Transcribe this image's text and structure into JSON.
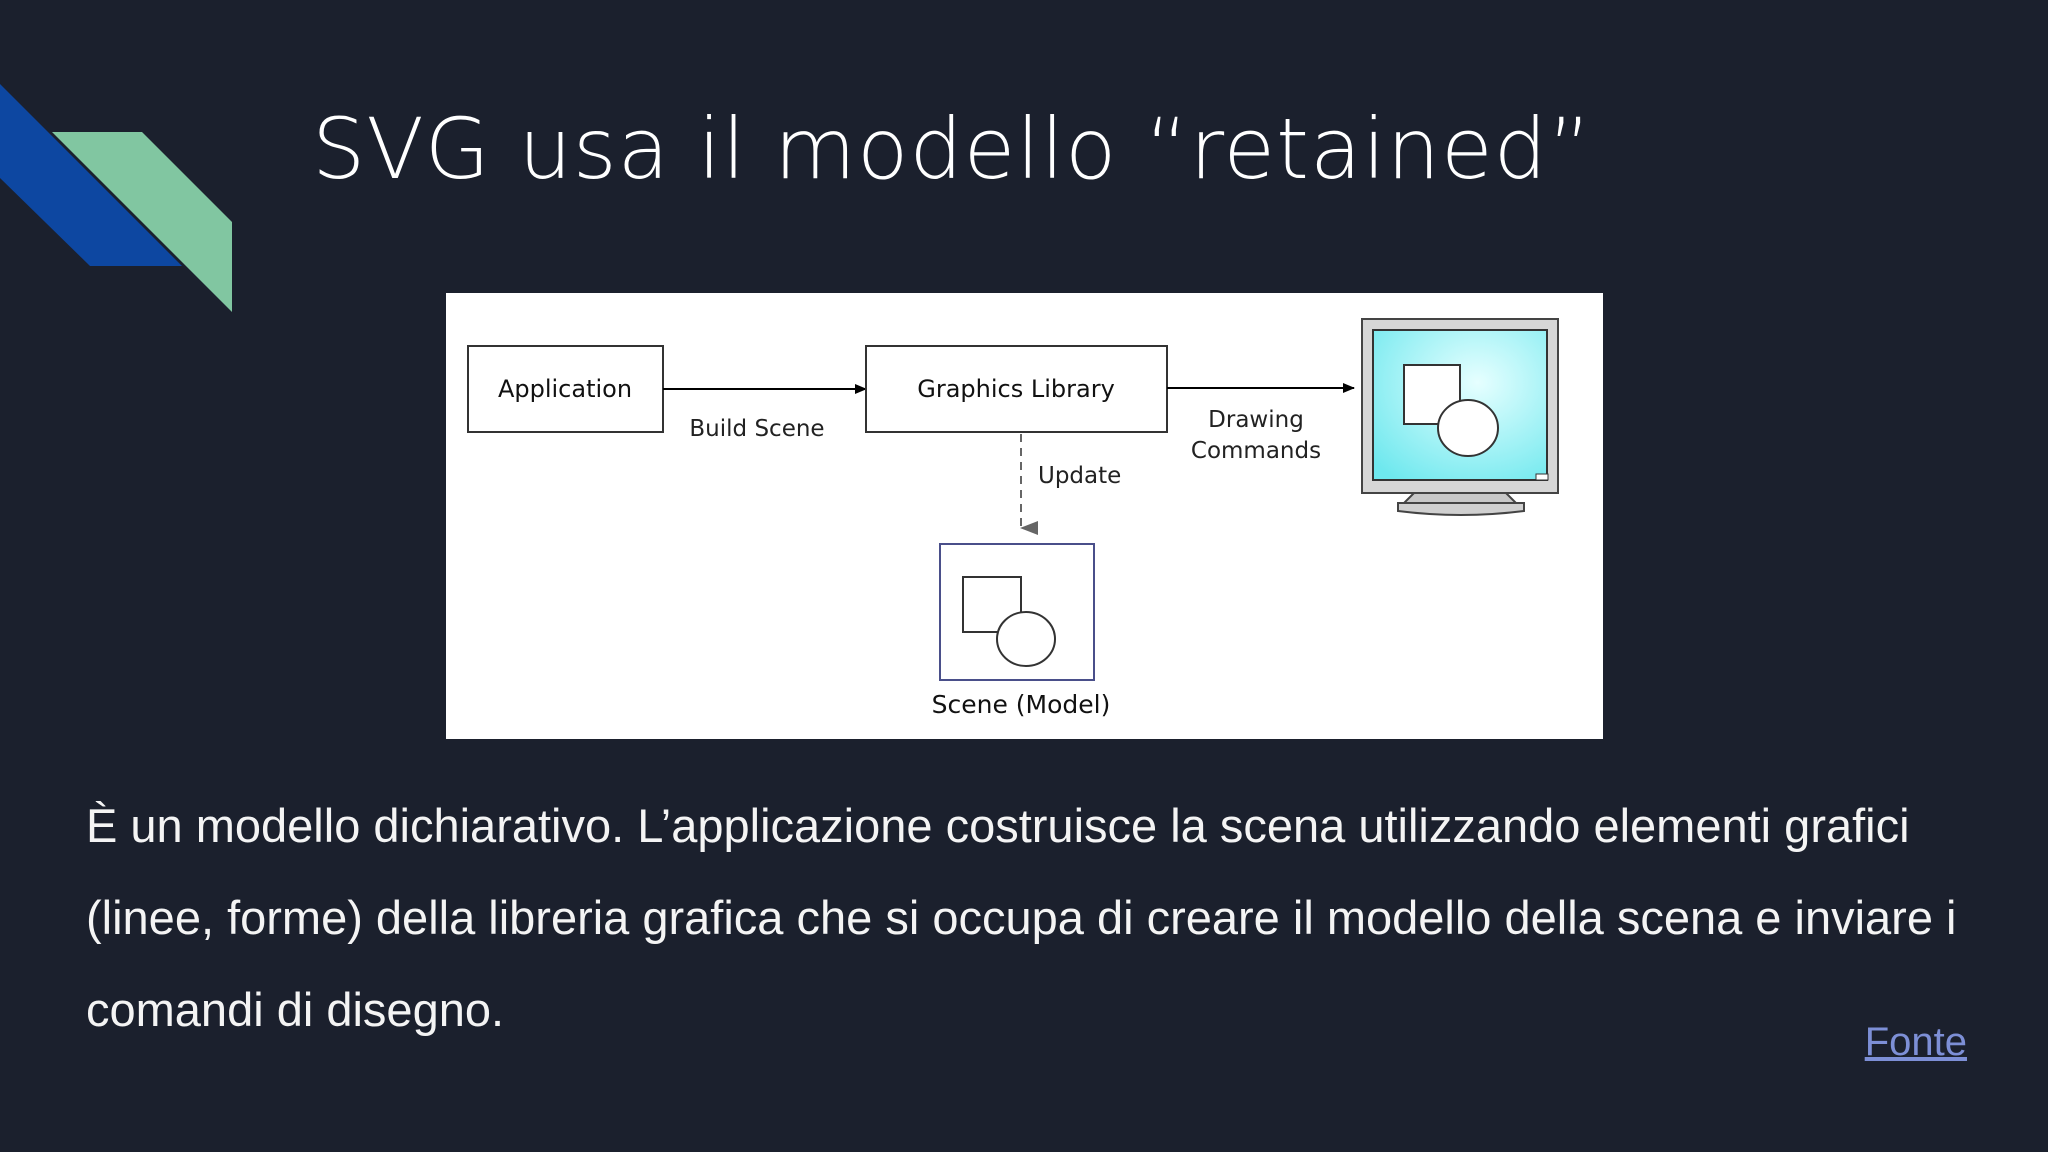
{
  "slide": {
    "title": "SVG usa il modello “retained”",
    "body": "È un modello dichiarativo. L’applicazione costruisce la scena utilizzando elementi grafici (linee, forme) della libreria grafica che si occupa di creare il modello della scena e inviare i comandi di disegno.",
    "source_link": "Fonte"
  },
  "diagram": {
    "application": "Application",
    "build_scene": "Build Scene",
    "graphics_library": "Graphics Library",
    "drawing": "Drawing",
    "commands": "Commands",
    "update": "Update",
    "scene_model": "Scene (Model)"
  },
  "colors": {
    "background": "#1b202d",
    "accent_blue": "#0d47a1",
    "accent_green": "#81c6a1",
    "link": "#7d8fd6",
    "screen": "#8ff0f0"
  },
  "icons": [
    "monitor-icon",
    "rectangle-circle-shape-icon"
  ]
}
